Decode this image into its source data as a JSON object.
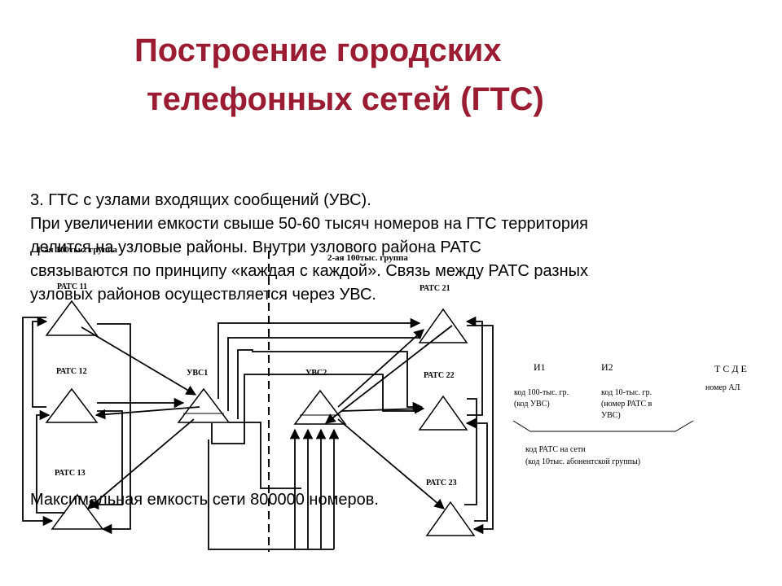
{
  "title": {
    "line1": "Построение городских",
    "line2": "телефонных сетей (ГТС)"
  },
  "text": {
    "item_number": "3.",
    "item_title": "ГТС с узлами входящих сообщений (УВС)",
    "item_title_end": ".",
    "line2": "При увеличении емкости  свыше 50-60 тысяч номеров на ГТС территория",
    "line3": "делится на узловые районы. Внутри узлового района РАТС",
    "line4": "связываются по принципу «каждая с каждой». Связь между РАТС разных",
    "line5": "узловых районов осуществляется через УВС.",
    "footer": "Максимальная емкость сети 800000 номеров."
  },
  "diagram": {
    "group1": "1-ая 100тыс. группа",
    "group2": "2-ая 100тыс. группа",
    "rats11": "РАТС 11",
    "rats12": "РАТС 12",
    "rats13": "РАТС 13",
    "rats21": "РАТС 21",
    "rats22": "РАТС 22",
    "rats23": "РАТС 23",
    "uvs1": "УВС1",
    "uvs2": "УВС2"
  },
  "numbering": {
    "i1": "И1",
    "i2": "И2",
    "tsde": "Т С Д Е",
    "i1_desc1": "код 100-тыс. гр.",
    "i1_desc2": "(код УВС)",
    "i2_desc1": "код 10-тыс. гр.",
    "i2_desc2": "(номер РАТС в",
    "i2_desc3": "УВС)",
    "al": "номер АЛ",
    "code1": "код РАТС на сети",
    "code2": "(код 10тыс. абонентской группы)"
  }
}
